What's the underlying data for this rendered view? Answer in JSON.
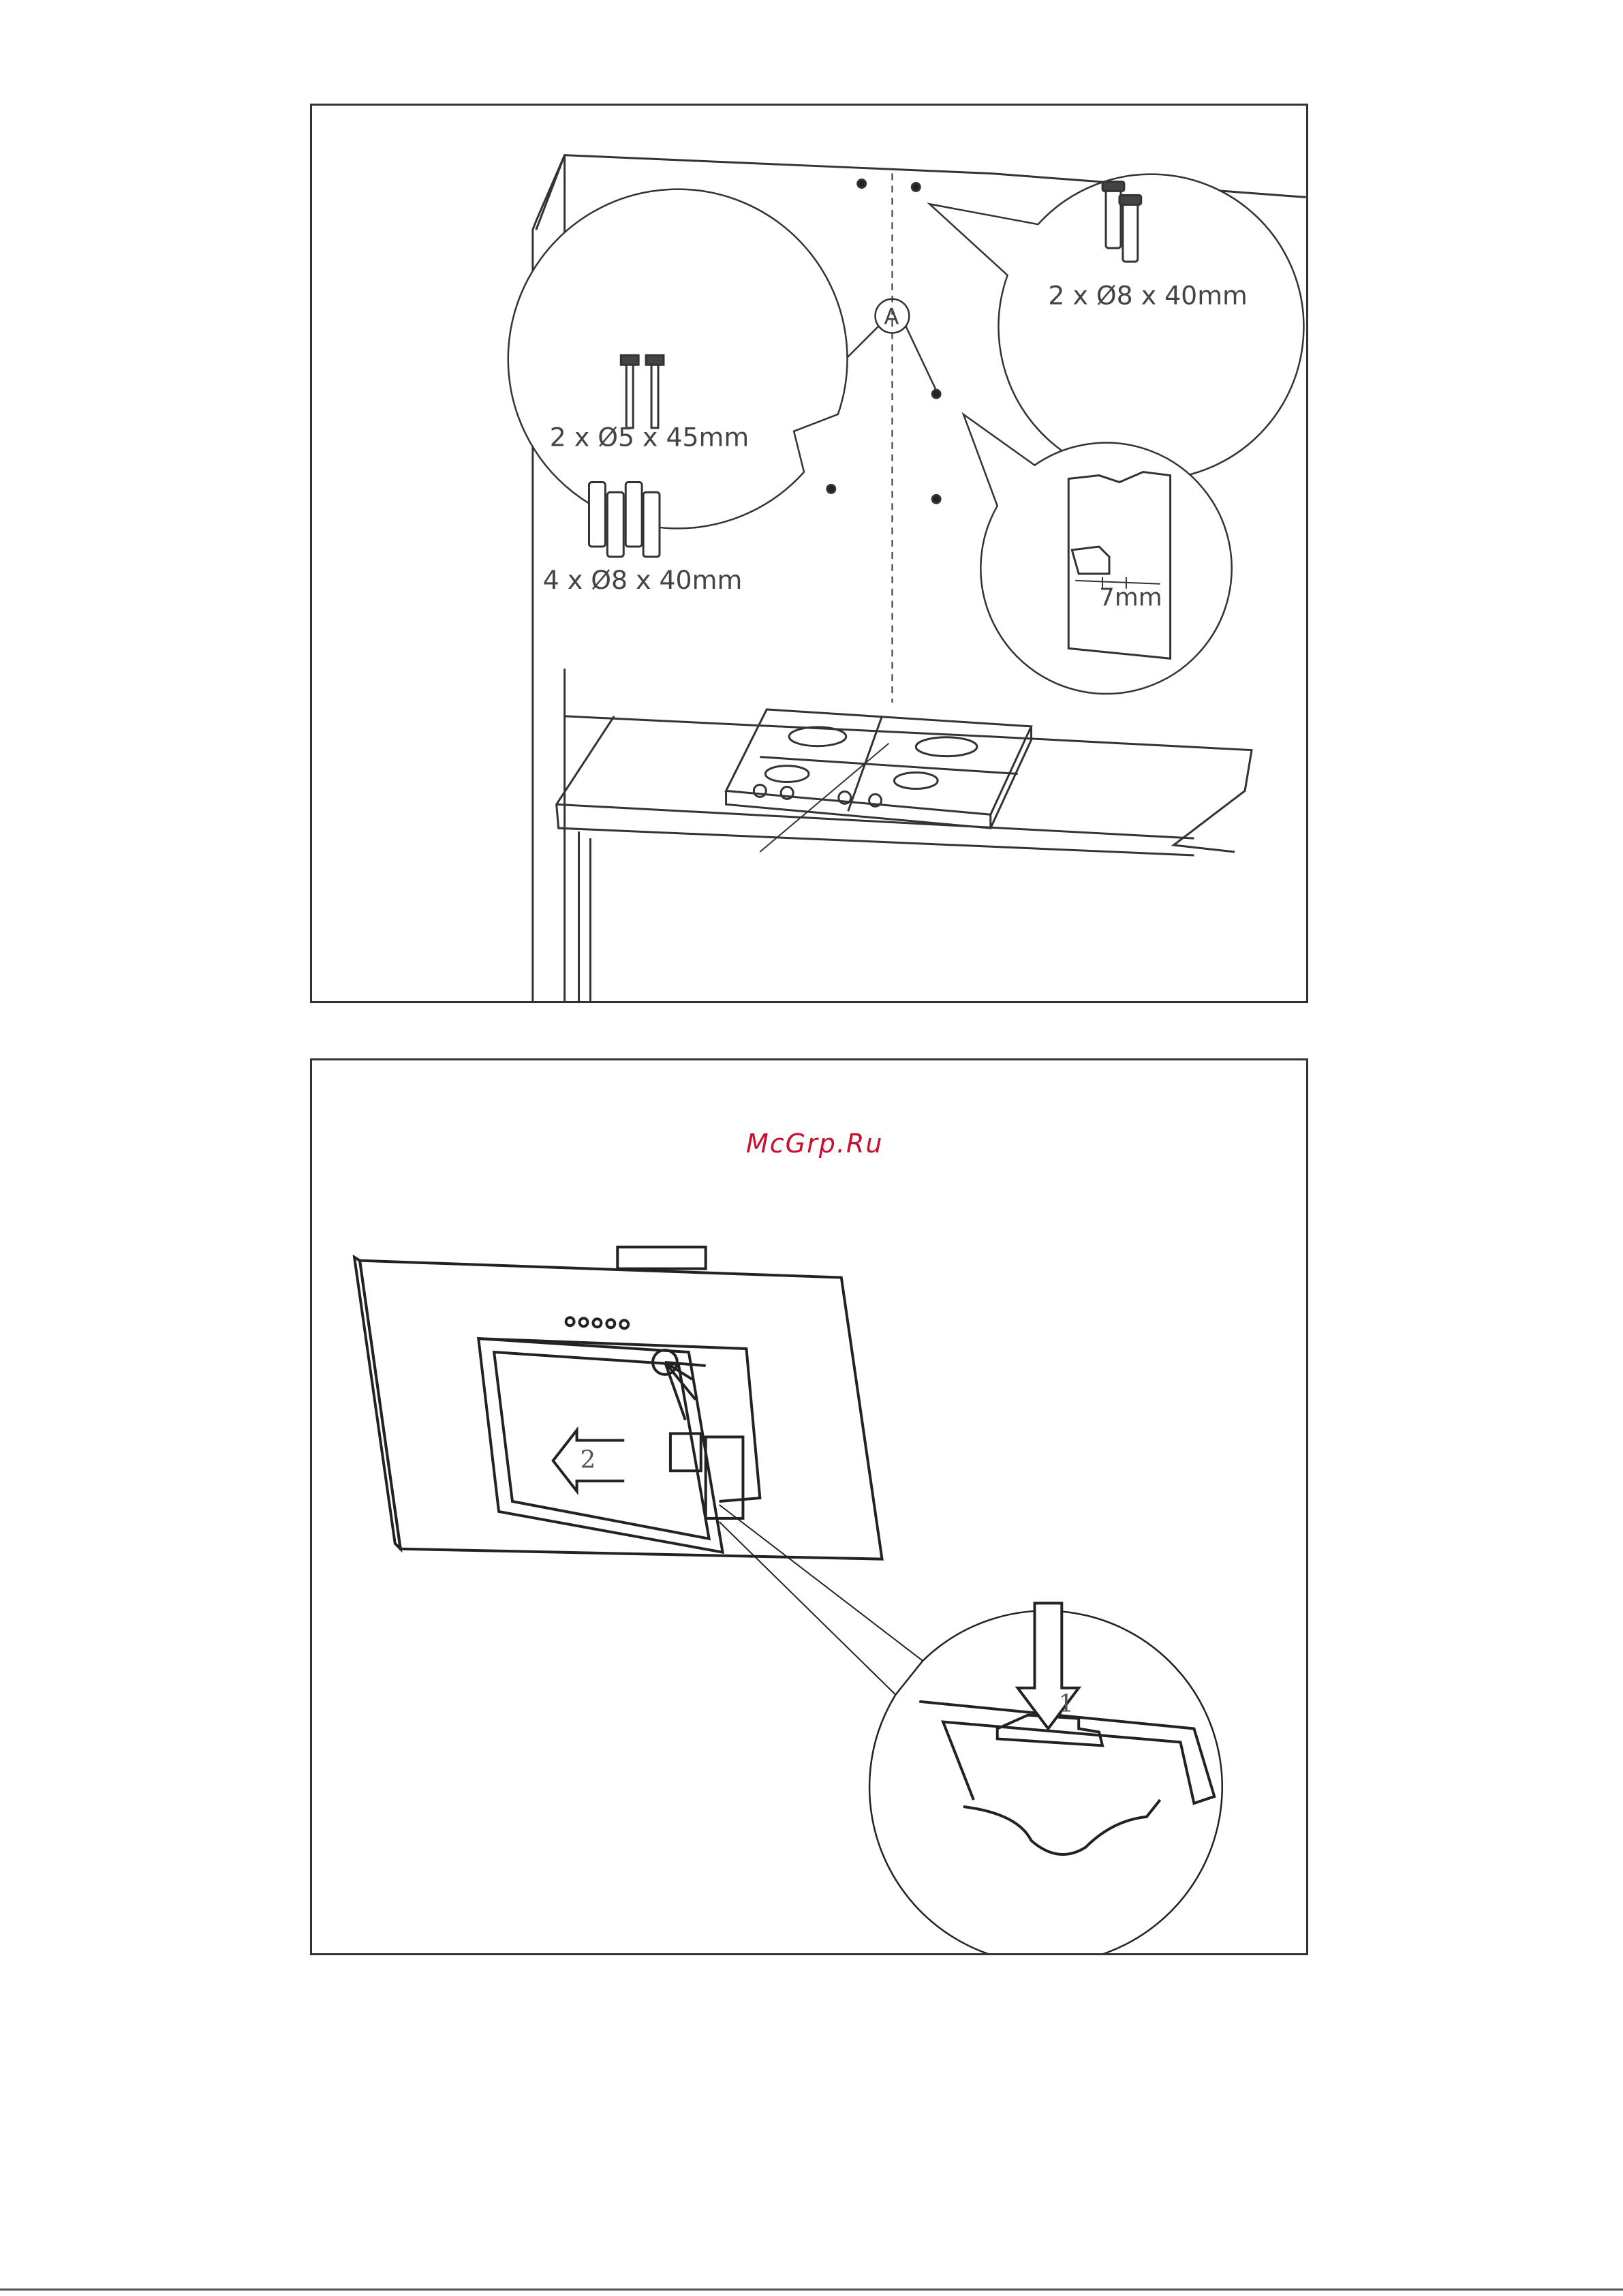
{
  "panel1": {
    "callout_a": "A",
    "wall_anchors_label": "2 x Ø8 x 40mm",
    "screws_label": "2 x Ø5 x 45mm",
    "anchors_label": "4 x Ø8 x 40mm",
    "gap_label": "7mm"
  },
  "panel2": {
    "step_1": "1",
    "step_2": "2"
  },
  "watermark": "McGrp.Ru"
}
